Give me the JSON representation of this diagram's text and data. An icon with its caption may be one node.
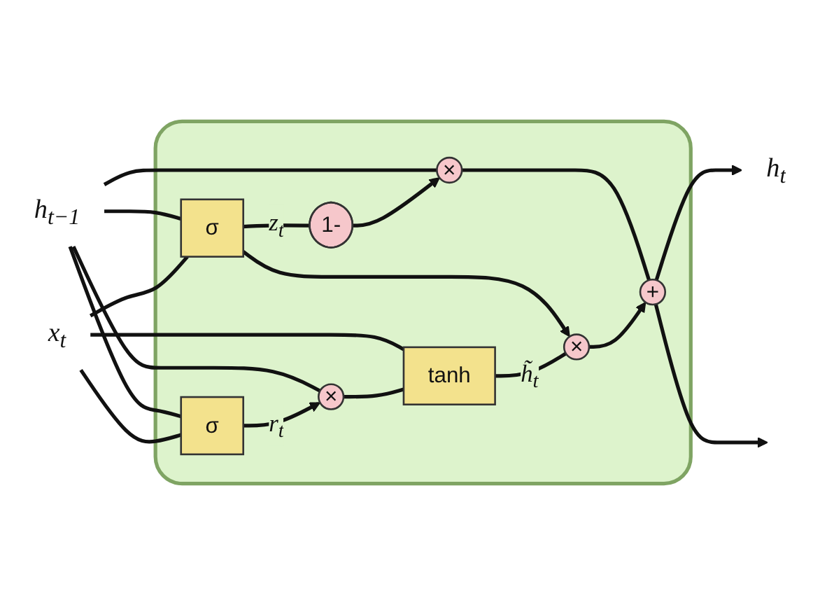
{
  "diagram": {
    "nodes": [
      {
        "text": [
          "h$_{t}$"
        ]
      },
      {
        "text": [
          "h$_{t−1}$"
        ]
      },
      {
        "text": [],
        "shape": "box"
      },
      {
        "text": [
          "×"
        ],
        "in": 2
      },
      {
        "text": [
          "+"
        ],
        "in": 2
      },
      {
        "text": [
          "1-"
        ],
        "in": 2
      },
      {
        "text": [
          "×"
        ],
        "in": 2
      },
      {
        "text": [
          "×"
        ],
        "in": 2
      },
      {
        "text": [
          "σ"
        ],
        "in": 2
      },
      {
        "text": [
          "σ"
        ],
        "in": 2
      },
      {
        "text": [
          "tanh"
        ],
        "in": 2
      },
      {
        "text": [
          "x$_{t}$"
        ]
      }
    ],
    "edges": [
      {
        "from": 1,
        "to": 3,
        "arrow": "none"
      },
      {
        "from": 3,
        "to": 4,
        "arrow": "none"
      },
      {
        "from": 4,
        "to": 0,
        "arrow": "to"
      },
      {
        "from": 4,
        "to": null,
        "arrow": "to"
      },
      {
        "from": 1,
        "to": 8,
        "arrow": "none"
      },
      {
        "from": 1,
        "to": 9,
        "arrow": "none"
      },
      {
        "from": 1,
        "to": 6,
        "arrow": "none"
      },
      {
        "from": 11,
        "to": 8,
        "arrow": "none"
      },
      {
        "from": 11,
        "to": 9,
        "arrow": "none"
      },
      {
        "from": 11,
        "to": 10,
        "arrow": "none"
      },
      {
        "from": 6,
        "to": 10,
        "arrow": "none"
      },
      {
        "from": 8,
        "to": 6,
        "arrow": "to",
        "label": "r$_{t}$"
      },
      {
        "from": 9,
        "to": 5,
        "arrow": "none",
        "label": "z$_{t}$"
      },
      {
        "from": 5,
        "to": 3,
        "arrow": "to"
      },
      {
        "from": 9,
        "to": 7,
        "arrow": "to"
      },
      {
        "from": 10,
        "to": 7,
        "arrow": "none",
        "label": "h̃$_{t}$"
      },
      {
        "from": 7,
        "to": 4,
        "arrow": "to"
      }
    ]
  }
}
